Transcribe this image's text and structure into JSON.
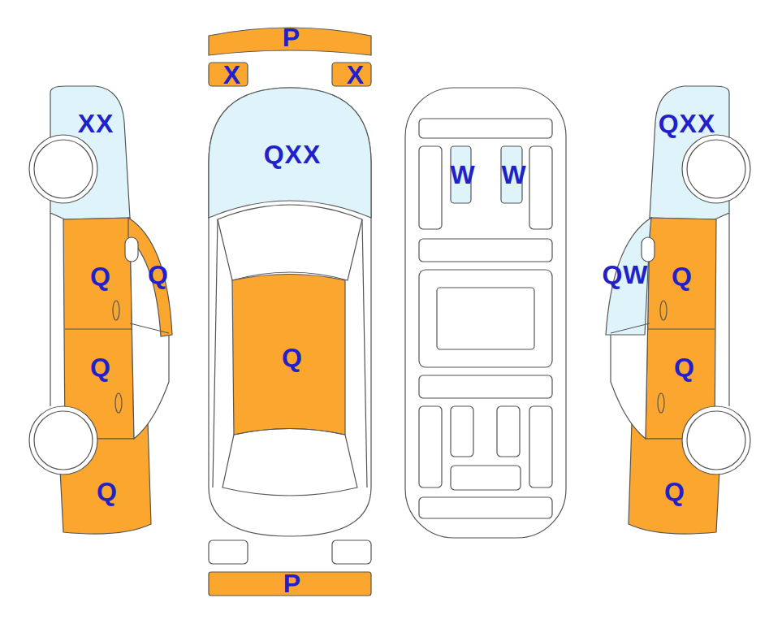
{
  "diagram": {
    "nodes": [
      {
        "text": [
          "P"
        ]
      },
      {
        "text": [
          "X"
        ]
      },
      {
        "text": [
          "X"
        ]
      },
      {
        "text": [
          "XX"
        ]
      },
      {
        "text": [
          "QXX"
        ]
      },
      {
        "text": [
          "W"
        ]
      },
      {
        "text": [
          "W"
        ]
      },
      {
        "text": [
          "QXX"
        ]
      },
      {
        "text": [
          "Q"
        ]
      },
      {
        "text": [
          "Q"
        ]
      },
      {
        "text": [
          "QW"
        ]
      },
      {
        "text": [
          "Q"
        ]
      },
      {
        "text": [
          "Q"
        ]
      },
      {
        "text": [
          "Q"
        ]
      },
      {
        "text": [
          "Q"
        ]
      },
      {
        "text": [
          "Q"
        ]
      },
      {
        "text": [
          "Q"
        ]
      },
      {
        "text": [
          "P"
        ]
      }
    ]
  }
}
